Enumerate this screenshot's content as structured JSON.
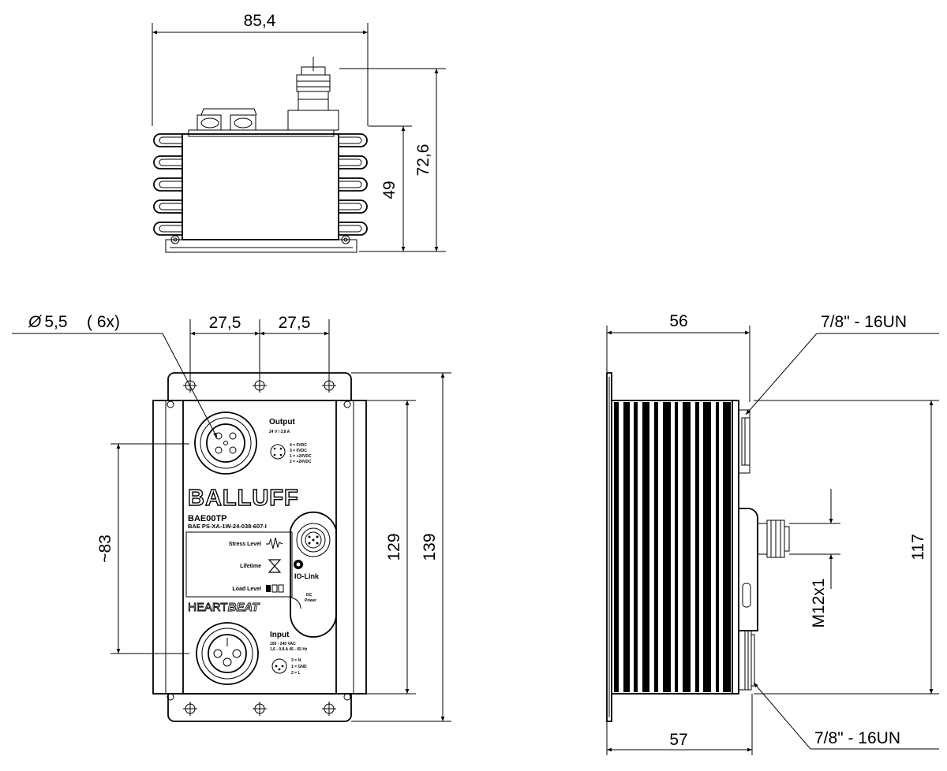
{
  "dimensions": {
    "top_width": "85,4",
    "top_height_total": "72,6",
    "top_height_body": "49",
    "hole_diameter": "5,5",
    "hole_count": "( 6x)",
    "hole_spacing_1": "27,5",
    "hole_spacing_2": "27,5",
    "hole_vertical": "~83",
    "front_height_inner": "129",
    "front_height_outer": "139",
    "side_width_top": "56",
    "side_width_bottom": "57",
    "side_height": "117",
    "connector_thread_top": "7/8\" - 16UN",
    "connector_thread_bottom": "7/8\" - 16UN",
    "connector_m12": "M12x1"
  },
  "device": {
    "output_title": "Output",
    "output_spec": "24 V / 3,8 A",
    "output_pins": [
      "4 = 0VDC",
      "3 = 0VDC",
      "1 = +24VDC",
      "2 = +24VDC"
    ],
    "brand": "BALLUFF",
    "model": "BAE00TP",
    "order_code": "BAE PS-XA-1W-24-038-607-I",
    "stress_label": "Stress Level",
    "lifetime_label": "Lifetime",
    "load_label": "Load Level",
    "heartbeat_a": "HEART",
    "heartbeat_b": "BEAT",
    "iolink": "IO-Link",
    "dc_ok": "DC",
    "power": "Power",
    "input_title": "Input",
    "input_spec_1": "100 - 240 VAC",
    "input_spec_2": "1,6 - 0,8 A   45 - 65 Hz",
    "input_pins": [
      "3 = N",
      "1 = GND",
      "2 = L"
    ]
  }
}
